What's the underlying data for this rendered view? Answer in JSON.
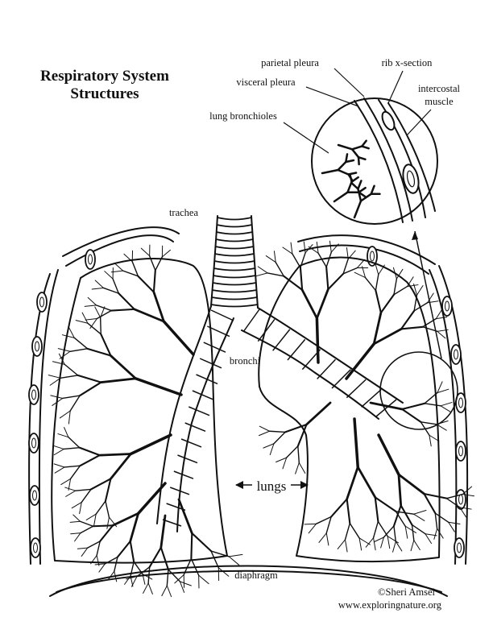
{
  "title": {
    "line1": "Respiratory System",
    "line2": "Structures"
  },
  "labels": {
    "parietal_pleura": "parietal pleura",
    "rib_cross_section": "rib x-section",
    "visceral_pleura": "visceral pleura",
    "intercostal_muscle_1": "intercostal",
    "intercostal_muscle_2": "muscle",
    "lung_bronchioles": "lung bronchioles",
    "trachea": "trachea",
    "bronchi": "bronchi",
    "lungs": "lungs",
    "diaphragm": "diaphragm"
  },
  "credits": {
    "author": "©Sheri Amsel",
    "website": "www.exploringnature.org"
  }
}
